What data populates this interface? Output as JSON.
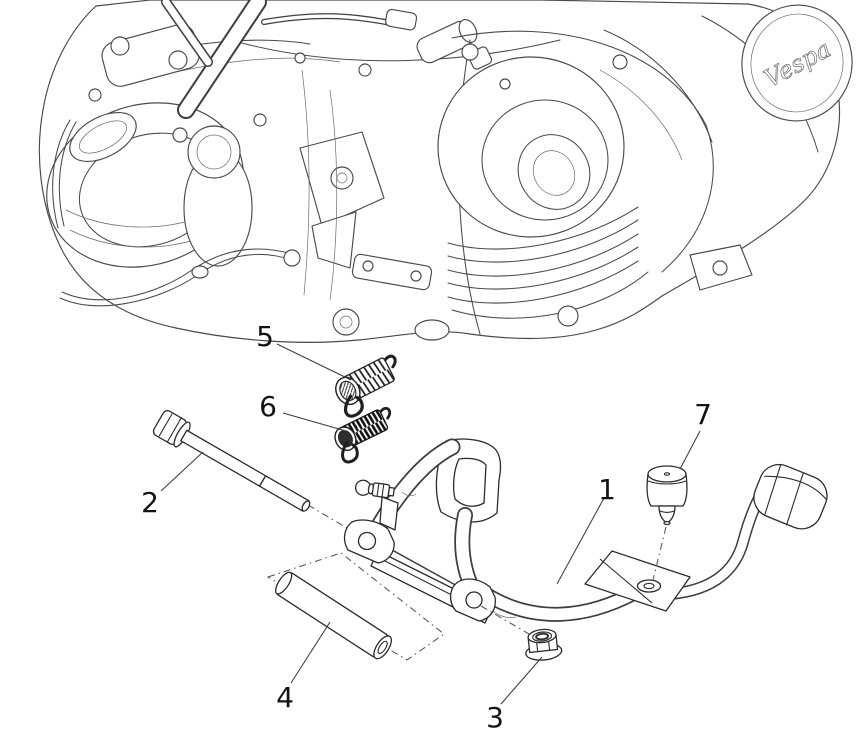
{
  "diagram": {
    "badge": {
      "text": "Vespa"
    },
    "colors": {
      "line": "#4a4a4a",
      "label": "#131313",
      "background": "#ffffff"
    },
    "parts": [
      {
        "number": "1",
        "name": "center-stand"
      },
      {
        "number": "2",
        "name": "hex-bolt"
      },
      {
        "number": "3",
        "name": "lock-nut"
      },
      {
        "number": "4",
        "name": "spacer-tube"
      },
      {
        "number": "5",
        "name": "outer-return-spring"
      },
      {
        "number": "6",
        "name": "inner-return-spring"
      },
      {
        "number": "7",
        "name": "rubber-buffer"
      }
    ]
  }
}
